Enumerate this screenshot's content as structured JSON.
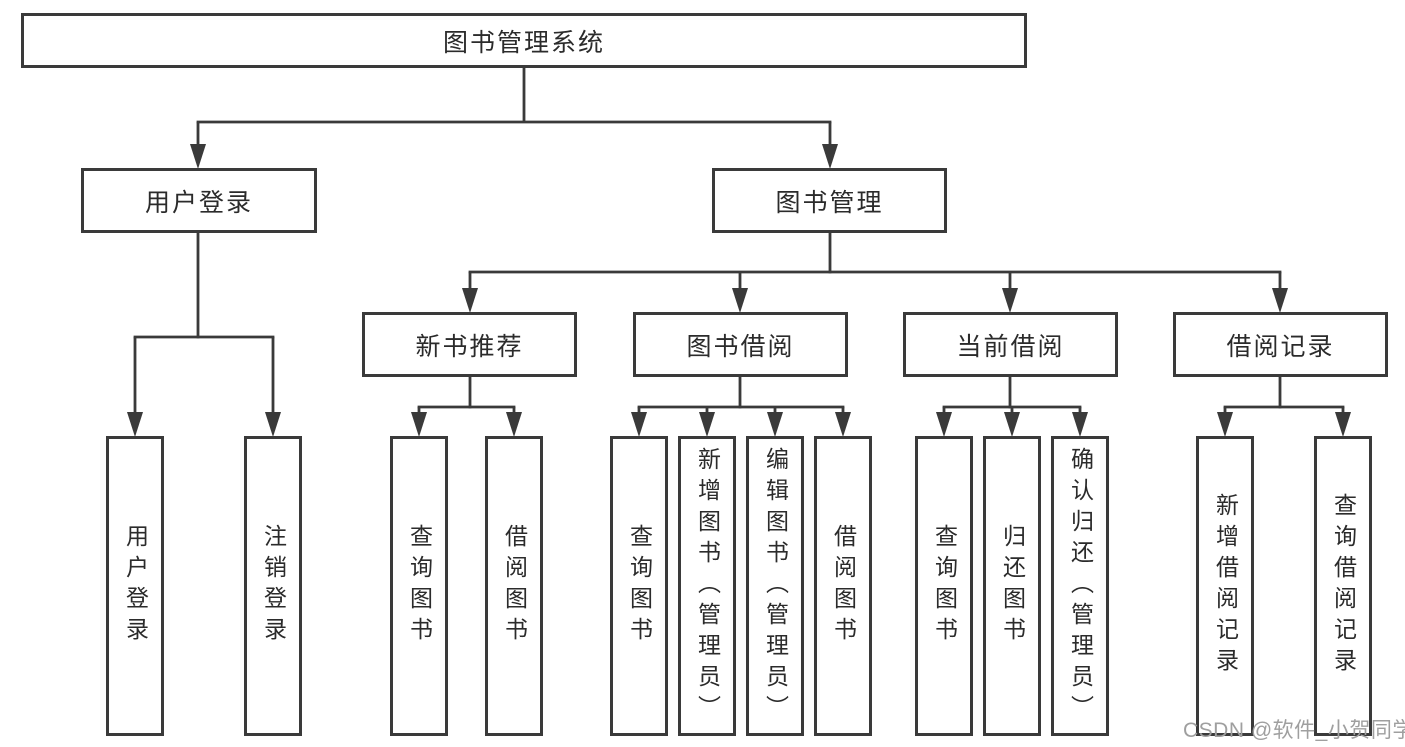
{
  "tree": {
    "root": "图书管理系统",
    "children": [
      {
        "label": "用户登录",
        "children": [
          {
            "label": "用户登录"
          },
          {
            "label": "注销登录"
          }
        ]
      },
      {
        "label": "图书管理",
        "children": [
          {
            "label": "新书推荐",
            "children": [
              {
                "label": "查询图书"
              },
              {
                "label": "借阅图书"
              }
            ]
          },
          {
            "label": "图书借阅",
            "children": [
              {
                "label": "查询图书"
              },
              {
                "label": "新增图书（管理员）"
              },
              {
                "label": "编辑图书（管理员）"
              },
              {
                "label": "借阅图书"
              }
            ]
          },
          {
            "label": "当前借阅",
            "children": [
              {
                "label": "查询图书"
              },
              {
                "label": "归还图书"
              },
              {
                "label": "确认归还（管理员）"
              }
            ]
          },
          {
            "label": "借阅记录",
            "children": [
              {
                "label": "新增借阅记录"
              },
              {
                "label": "查询借阅记录"
              }
            ]
          }
        ]
      }
    ]
  },
  "watermark": {
    "text": "CSDN @软件_小贺同学"
  },
  "colors": {
    "line": "#3a3a3a",
    "text": "#2b2b2b",
    "watermark": "#9f9f9f",
    "background": "#ffffff"
  }
}
